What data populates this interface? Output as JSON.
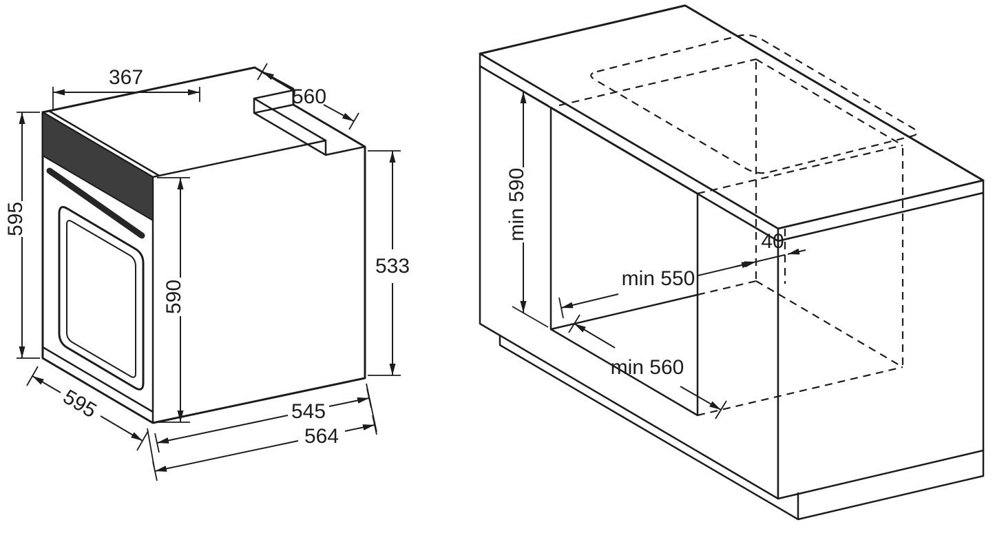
{
  "page": {
    "title": "Built-in oven installation dimensions diagram",
    "colors": {
      "line": "#1c1c1c",
      "background": "#ffffff",
      "control_panel": "#3d3d3d"
    }
  },
  "oven_diagram": {
    "description": "isometric oven with outer dimensions",
    "dims": {
      "d367": "367",
      "d560": "560",
      "d595_side": "595",
      "d590": "590",
      "d533": "533",
      "d595_front": "595",
      "d545": "545",
      "d564": "564"
    }
  },
  "cabinet_diagram": {
    "description": "isometric kitchen cabinet with oven niche and dashed hob cutout",
    "dims": {
      "niche_height": "min 590",
      "niche_depth": "min 550",
      "rear_gap": "40",
      "niche_width": "min 560"
    }
  }
}
